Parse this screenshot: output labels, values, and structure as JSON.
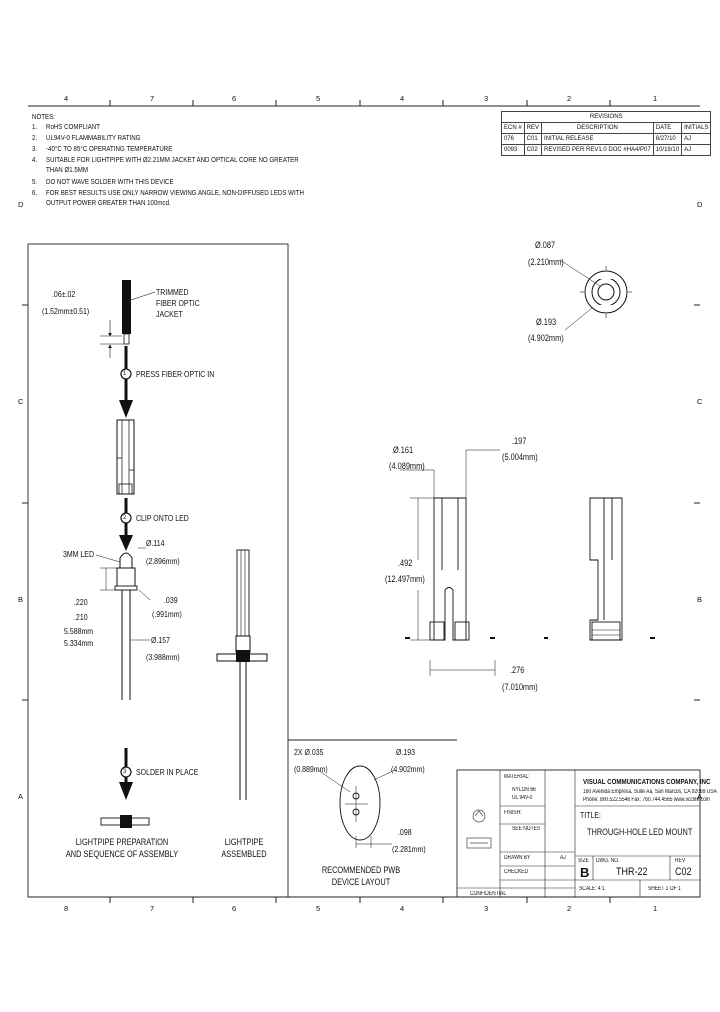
{
  "zones": {
    "top": [
      "4",
      "7",
      "6",
      "5",
      "4",
      "3",
      "2",
      "1"
    ],
    "bottom": [
      "8",
      "7",
      "6",
      "5",
      "4",
      "3",
      "2",
      "1"
    ],
    "left": [
      "D",
      "C",
      "B",
      "A"
    ],
    "right": [
      "D",
      "C",
      "B",
      "A"
    ]
  },
  "notes": {
    "heading": "NOTES:",
    "items": [
      {
        "num": "1.",
        "lines": [
          "RoHS COMPLIANT"
        ]
      },
      {
        "num": "2.",
        "lines": [
          "UL94V-0 FLAMMABILITY RATING"
        ]
      },
      {
        "num": "3.",
        "lines": [
          "-40°C TO 85°C OPERATING TEMPERATURE"
        ]
      },
      {
        "num": "4.",
        "lines": [
          "SUITABLE FOR LIGHTPIPE WITH Ø2.21MM JACKET AND OPTICAL CORE NO GREATER",
          "THAN Ø1.5MM"
        ]
      },
      {
        "num": "5.",
        "lines": [
          "DO NOT WAVE SOLDER WITH THIS DEVICE"
        ]
      },
      {
        "num": "6.",
        "lines": [
          "FOR BEST RESULTS USE ONLY NARROW VIEWING ANGLE, NON-DIFFUSED LEDS WITH",
          "OUTPUT POWER GREATER THAN 100mcd."
        ]
      }
    ]
  },
  "revisions": {
    "title": "REVISIONS",
    "headers": [
      "ECN #",
      "REV",
      "DESCRIPTION",
      "DATE",
      "INITIALS"
    ],
    "rows": [
      [
        "076",
        "C01",
        "INITIAL RELEASE",
        "8/27/10",
        "AJ"
      ],
      [
        "0093",
        "C02",
        "REVISED PER REV1.0 DOC #HA4/P07",
        "10/19/10",
        "AJ"
      ]
    ]
  },
  "assembly": {
    "trim_dim": ".06±.02",
    "trim_dim_metric": "(1.52mm±0.51)",
    "trimmed_label": [
      "TRIMMED",
      "FIBER OPTIC",
      "JACKET"
    ],
    "step1": "PRESS FIBER OPTIC IN",
    "step1_num": "1",
    "step2": "CLIP ONTO LED",
    "step2_num": "2",
    "step3": "SOLDER IN PLACE",
    "step3_num": "3",
    "led_label": "3MM LED",
    "dia114": "Ø.114",
    "dia114_metric": "(2.896mm)",
    "dim220": ".220",
    "dim210": ".210",
    "dim220_metric": "5.588mm",
    "dim210_metric": "5.334mm",
    "dim039": ".039",
    "dim039_metric": "(.991mm)",
    "dia157": "Ø.157",
    "dia157_metric": "(3.988mm)",
    "caption_left": [
      "LIGHTPIPE PREPARATION",
      "AND SEQUENCE OF ASSEMBLY"
    ],
    "caption_right": [
      "LIGHTPIPE",
      "ASSEMBLED"
    ]
  },
  "top_view": {
    "dia087": "Ø.087",
    "dia087_metric": "(2.210mm)",
    "dia193": "Ø.193",
    "dia193_metric": "(4.902mm)"
  },
  "side_view": {
    "dia161": "Ø.161",
    "dia161_metric": "(4.089mm)",
    "dim197": ".197",
    "dim197_metric": "(5.004mm)",
    "dim492": ".492",
    "dim492_metric": "(12.497mm)",
    "dim276": ".276",
    "dim276_metric": "(7.010mm)"
  },
  "pwb": {
    "holes": "2X Ø.035",
    "holes_metric": "(0.889mm)",
    "dia193": "Ø.193",
    "dia193_metric": "(4.902mm)",
    "dim098": ".098",
    "dim098_metric": "(2.281mm)",
    "caption": [
      "RECOMMENDED PWB",
      "DEVICE LAYOUT"
    ]
  },
  "title_block": {
    "company": "VISUAL COMMUNICATIONS COMPANY, INC",
    "address": [
      "160 Avenida Empresa, Suite Aa, San Marcos, CA 92069 USA",
      "Phone: 800.522.5546 Fax: 760.744.4565 www.vcclite.com"
    ],
    "material_label": "MATERIAL:",
    "material_value": [
      "NYLON 66",
      "UL 94V-0"
    ],
    "finish_label": "FINISH:",
    "finish_value": "SEE NOTES",
    "drawn_label": "DRAWN BY",
    "drawn_value": "AJ",
    "checked_label": "CHECKED",
    "title_label": "TITLE:",
    "title_value": "THROUGH-HOLE LED MOUNT",
    "size_label": "SIZE",
    "size_value": "B",
    "dwg_label": "DWG. NO.",
    "dwg_value": "THR-22",
    "rev_label": "REV",
    "rev_value": "C02",
    "scale_label": "SCALE: 4:1",
    "sheet_label": "SHEET 1 OF 1",
    "confidential": "CONFIDENTIAL"
  }
}
